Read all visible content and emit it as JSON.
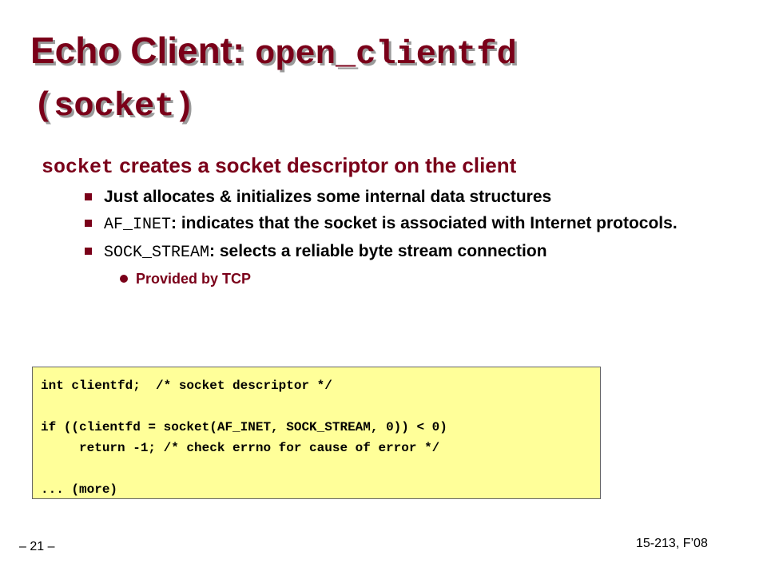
{
  "title": {
    "part1": "Echo Client: ",
    "part2": "open_clientfd",
    "part3": "(socket)"
  },
  "main_bullet": {
    "code": "socket",
    "text": " creates a socket descriptor on the client"
  },
  "sub_bullets": [
    {
      "code": "",
      "text": "Just allocates & initializes some internal data structures"
    },
    {
      "code": "AF_INET",
      "text": ": indicates that the socket is associated with Internet protocols."
    },
    {
      "code": "SOCK_STREAM",
      "text": ": selects a reliable byte stream connection"
    }
  ],
  "sub_sub_bullet": "Provided by TCP",
  "code_lines": [
    "int clientfd;  /* socket descriptor */",
    "",
    "if ((clientfd = socket(AF_INET, SOCK_STREAM, 0)) < 0)",
    "     return -1; /* check errno for cause of error */",
    "",
    "... (more)"
  ],
  "footer": {
    "page": "– 21 –",
    "course": "15-213, F’08"
  },
  "colors": {
    "accent": "#7a0019",
    "code_bg": "#ffff99"
  }
}
